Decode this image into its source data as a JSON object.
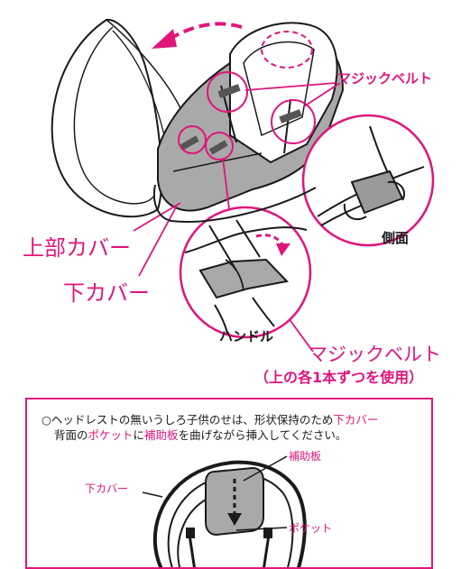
{
  "labels": {
    "upper_cover": "上部カバー",
    "lower_cover": "下カバー",
    "velcro_top": "マジックベルト",
    "side_view": "側面",
    "handle": "ハンドル",
    "velcro_bottom": "マジックベルト",
    "velcro_note": "（上の各1本ずつを使用）"
  },
  "notice": {
    "line1_a": "○ヘッドレストの無いうしろ子供のせは、形状保持のため",
    "line1_hl": "下カバー",
    "line2_a": "背面の",
    "line2_hl1": "ポケット",
    "line2_b": "に",
    "line2_hl2": "補助板",
    "line2_c": "を曲げながら挿入してください。"
  },
  "inset_labels": {
    "lower_cover": "下カバー",
    "support_board": "補助板",
    "pocket": "ポケット"
  },
  "colors": {
    "accent": "#e0157c",
    "gray_fabric": "#a9a9a9",
    "line": "#1a1a1a"
  }
}
